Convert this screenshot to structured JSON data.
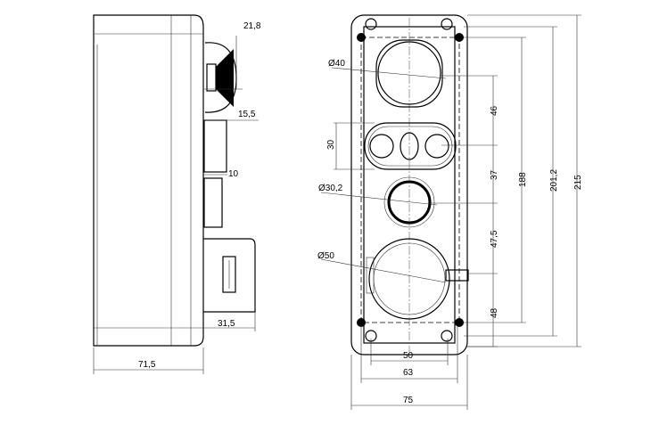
{
  "side_view": {
    "dims": {
      "top_button": "21,8",
      "middle_button": "15,5",
      "switch": "10",
      "depth": "71,5",
      "box_depth": "31,5"
    }
  },
  "front_view": {
    "diameters": {
      "mushroom": "Ø40",
      "pilot": "Ø30,2",
      "large": "Ø50"
    },
    "dims": {
      "triple_height": "30",
      "pitch1": "46",
      "pitch2": "37",
      "pitch3": "47,5",
      "pitch4": "48",
      "screw_spacing": "188",
      "plate_height": "201,2",
      "total_height": "215",
      "screw_width": "50",
      "plate_width": "63",
      "total_width": "75"
    }
  }
}
